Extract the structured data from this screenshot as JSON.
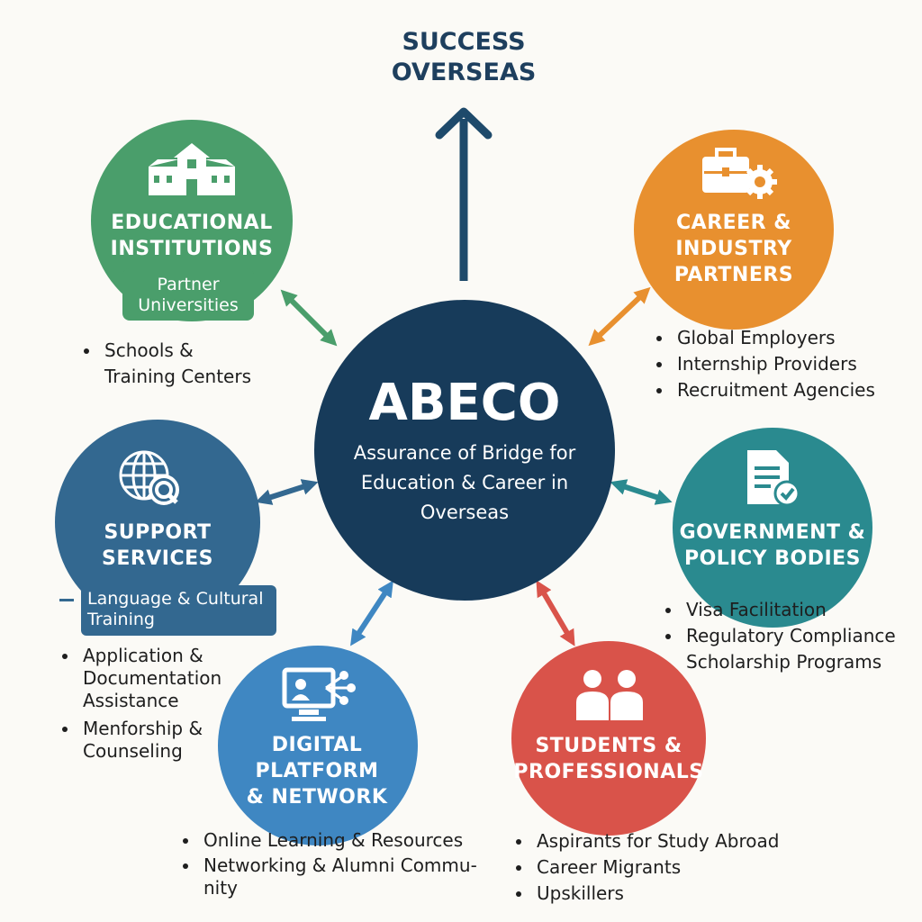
{
  "top": {
    "title_line1": "SUCCESS",
    "title_line2": "OVERSEAS"
  },
  "center": {
    "title": "ABECO",
    "subtitle_line1": "Assurance of Bridge for",
    "subtitle_line2": "Education & Career in",
    "subtitle_line3": "Overseas"
  },
  "nodes": {
    "education": {
      "title_line1": "EDUCATIONAL",
      "title_line2": "INSTITUTIONS",
      "tab_line1": "Partner",
      "tab_line2": "Universities",
      "items": [
        "Schools &",
        "Training Centers"
      ],
      "color": "#4a9e6b"
    },
    "career": {
      "title_line1": "CAREER &",
      "title_line2": "INDUSTRY",
      "title_line3": "PARTNERS",
      "items": [
        "Global Employers",
        "Internship Providers",
        "Recruitment Agencies"
      ],
      "color": "#e8902f"
    },
    "support": {
      "title_line1": "SUPPORT",
      "title_line2": "SERVICES",
      "tab_line1": "Language & Cultural",
      "tab_line2": "Training",
      "items": [
        "Application &",
        "Documentation",
        "Assistance",
        "Menforship &",
        "Counseling"
      ],
      "color": "#336890"
    },
    "government": {
      "title_line1": "GOVERNMENT &",
      "title_line2": "POLICY BODIES",
      "items": [
        "Visa Facilitation",
        "Regulatory Compliance",
        "Scholarship Programs"
      ],
      "color": "#2a8a8f"
    },
    "digital": {
      "title_line1": "DIGITAL",
      "title_line2": "PLATFORM",
      "title_line3": "& NETWORK",
      "items": [
        "Online Learning & Resources",
        "Networking & Alumni Commu-",
        "nity"
      ],
      "color": "#3f87c2"
    },
    "students": {
      "title_line1": "STUDENTS &",
      "title_line2": "PROFESSIONALS",
      "items": [
        "Aspirants for Study Abroad",
        "Career Migrants",
        "Upskillers"
      ],
      "color": "#d9534a"
    }
  }
}
